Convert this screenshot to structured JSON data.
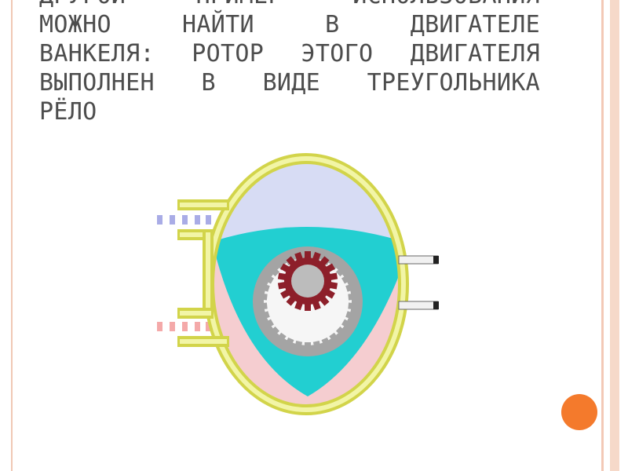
{
  "slide": {
    "title_lines": [
      [
        "ДРУГОЙ",
        "ПРИМЕР",
        "ИСПОЛЬЗОВАНИЯ"
      ],
      [
        "МОЖНО",
        "НАЙТИ",
        "В",
        "ДВИГАТЕЛЕ"
      ],
      [
        "ВАНКЕЛЯ:",
        "РОТОР",
        "ЭТОГО",
        "ДВИГАТЕЛЯ"
      ],
      [
        "ВЫПОЛНЕН",
        "В",
        "ВИДЕ",
        "ТРЕУГОЛЬНИКА"
      ],
      [
        "РЁЛО"
      ]
    ]
  },
  "colors": {
    "text": "#4d4d4d",
    "rule_left": "#f0c8b4",
    "rule_right_a": "#f3c9b6",
    "rule_right_b": "#f6d9c9",
    "accent_dot": "#f47a2c",
    "housing": "#d2d44a",
    "housing_inner": "#f2f5a6",
    "upper_chamber": "#d7dcf4",
    "lower_chamber": "#f5cdd0",
    "rotor": "#22cfd1",
    "bearing": "#a4a4a4",
    "ring_gear": "#f6f6f6",
    "pinion": "#8d1f2a",
    "shaft": "#bcbcbc",
    "spark_plug_body": "#f1f1f1",
    "spark_plug_tip": "#222222",
    "intake_flow": "#a9ace6",
    "exhaust_flow": "#f4a9a9"
  }
}
